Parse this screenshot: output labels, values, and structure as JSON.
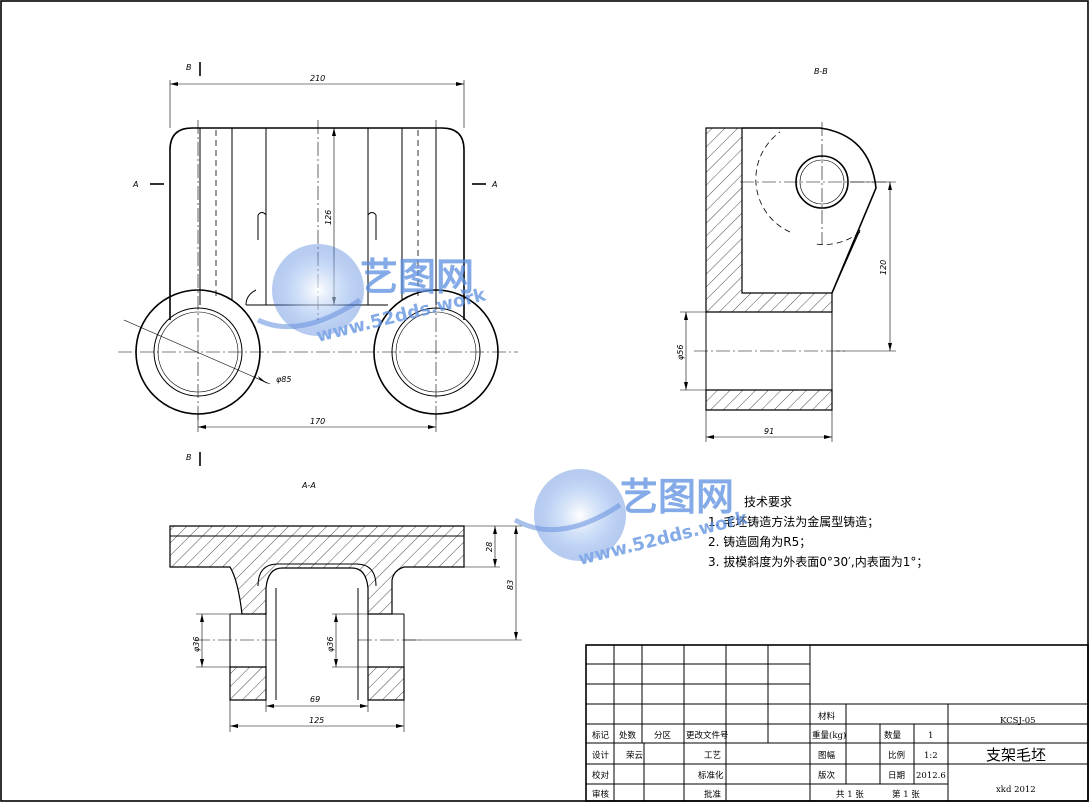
{
  "views": {
    "section_aa": "A-A",
    "section_bb": "B-B",
    "mark_a": "A",
    "mark_b": "B"
  },
  "dimensions": {
    "top_width": "210",
    "height_126": "126",
    "diameter_85": "φ85",
    "bottom_170": "170",
    "height_120": "120",
    "diameter_56": "φ56",
    "width_91": "91",
    "height_28": "28",
    "height_83": "83",
    "diameter_36_left": "φ36",
    "diameter_36_right": "φ36",
    "width_69": "69",
    "width_125": "125"
  },
  "tech_requirements": {
    "title": "技术要求",
    "items": [
      "1. 毛坯铸造方法为金属型铸造；",
      "2. 铸造圆角为R5；",
      "3. 拔模斜度为外表面0°30′,内表面为1°；"
    ]
  },
  "title_block": {
    "material_label": "材料",
    "weight_label": "重量(kg)",
    "quantity_label": "数量",
    "quantity_value": "1",
    "drawing_no_label": "图幅",
    "scale_label": "比例",
    "scale_value": "1:2",
    "version_label": "版次",
    "date_label": "日期",
    "date_value": "2012.6",
    "drawing_code": "KCSJ-05",
    "part_name": "支架毛坯",
    "school": "xkd 2012",
    "row_labels": {
      "mark": "标记",
      "count": "处数",
      "zone": "分区",
      "change_doc": "更改文件号",
      "design": "设计",
      "designer": "荣云",
      "process": "工艺",
      "check": "校对",
      "standard": "标准化",
      "review": "审核",
      "approve": "批准"
    },
    "sheets_total": "共  1  张",
    "sheet_no": "第  1  张"
  },
  "watermark": {
    "brand": "艺图网",
    "url": "www.52dds.work"
  }
}
